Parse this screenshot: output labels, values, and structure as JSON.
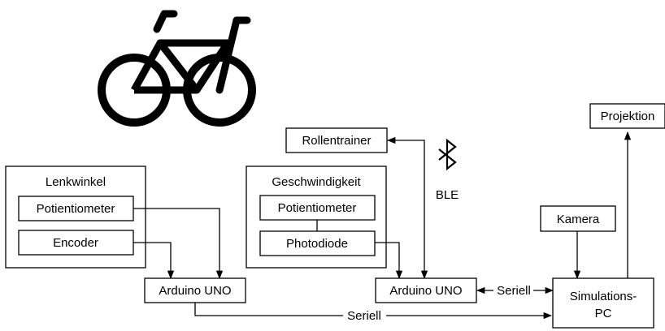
{
  "nodes": {
    "rollentrainer": "Rollentrainer",
    "projektion": "Projektion",
    "lenkwinkel_group": "Lenkwinkel",
    "lenk_potentiometer": "Potientiometer",
    "encoder": "Encoder",
    "geschwindigkeit_group": "Geschwindigkeit",
    "geschw_potentiometer": "Potientiometer",
    "photodiode": "Photodiode",
    "kamera": "Kamera",
    "arduino_left": "Arduino UNO",
    "arduino_right": "Arduino UNO",
    "simulations_pc_line1": "Simulations-",
    "simulations_pc_line2": "PC"
  },
  "edge_labels": {
    "ble": "BLE",
    "seriell_top": "Seriell",
    "seriell_bottom": "Seriell"
  },
  "icons": [
    "bicycle-icon",
    "bluetooth-icon"
  ],
  "colors": {
    "line": "#000000",
    "background": "#ffffff"
  }
}
